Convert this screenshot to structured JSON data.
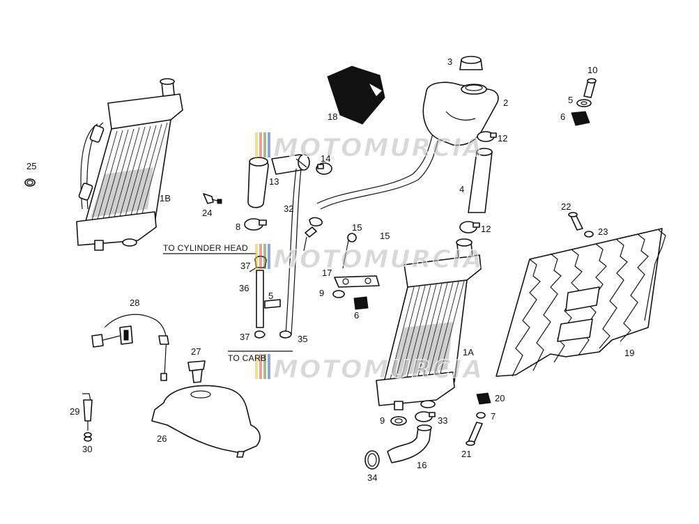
{
  "watermark": {
    "text": "MOTOMURCIA",
    "stripe_colors": [
      "#e2c43a",
      "#d85a3a",
      "#4a8a3a",
      "#3a5aa0"
    ]
  },
  "notes": {
    "cylinder_head": "TO CYLINDER HEAD",
    "carburettor": "TO CARB"
  },
  "labels": [
    {
      "id": "1A",
      "text": "1A"
    },
    {
      "id": "1B",
      "text": "1B"
    },
    {
      "id": "2",
      "text": "2"
    },
    {
      "id": "3",
      "text": "3"
    },
    {
      "id": "4",
      "text": "4"
    },
    {
      "id": "5a",
      "text": "5"
    },
    {
      "id": "5b",
      "text": "5"
    },
    {
      "id": "6a",
      "text": "6"
    },
    {
      "id": "6b",
      "text": "6"
    },
    {
      "id": "7",
      "text": "7"
    },
    {
      "id": "8",
      "text": "8"
    },
    {
      "id": "9a",
      "text": "9"
    },
    {
      "id": "9b",
      "text": "9"
    },
    {
      "id": "10",
      "text": "10"
    },
    {
      "id": "12a",
      "text": "12"
    },
    {
      "id": "12b",
      "text": "12"
    },
    {
      "id": "13",
      "text": "13"
    },
    {
      "id": "14",
      "text": "14"
    },
    {
      "id": "15a",
      "text": "15"
    },
    {
      "id": "15b",
      "text": "15"
    },
    {
      "id": "16",
      "text": "16"
    },
    {
      "id": "17",
      "text": "17"
    },
    {
      "id": "18",
      "text": "18"
    },
    {
      "id": "19",
      "text": "19"
    },
    {
      "id": "20",
      "text": "20"
    },
    {
      "id": "21",
      "text": "21"
    },
    {
      "id": "22",
      "text": "22"
    },
    {
      "id": "23",
      "text": "23"
    },
    {
      "id": "24",
      "text": "24"
    },
    {
      "id": "25",
      "text": "25"
    },
    {
      "id": "26",
      "text": "26"
    },
    {
      "id": "27",
      "text": "27"
    },
    {
      "id": "28",
      "text": "28"
    },
    {
      "id": "29",
      "text": "29"
    },
    {
      "id": "30",
      "text": "30"
    },
    {
      "id": "32",
      "text": "32"
    },
    {
      "id": "33",
      "text": "33"
    },
    {
      "id": "34",
      "text": "34"
    },
    {
      "id": "35",
      "text": "35"
    },
    {
      "id": "36",
      "text": "36"
    },
    {
      "id": "37a",
      "text": "37"
    },
    {
      "id": "37b",
      "text": "37"
    }
  ]
}
